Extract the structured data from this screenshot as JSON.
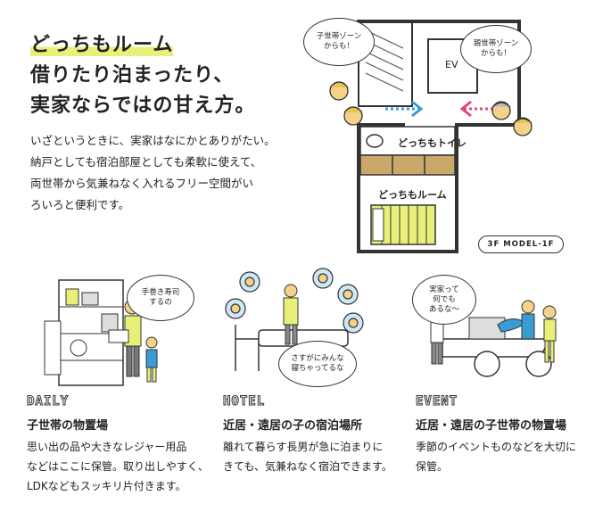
{
  "hero": {
    "title_lines": [
      "どっちもルーム",
      "借りたり泊まったり、",
      "実家ならではの甘え方。"
    ],
    "body_lines": [
      "いざというときに、実家はなにかとありがたい。",
      "納戸としても宿泊部屋としても柔軟に使えて、",
      "両世帯から気兼ねなく入れるフリー空間がい",
      "ろいろと便利です。"
    ]
  },
  "floorplan": {
    "bubble_left": "子世帯ゾーン\nからも！",
    "bubble_right": "親世帯ゾーン\nからも！",
    "ev_label": "EV",
    "toilet_label": "どっちもトイレ",
    "room_label": "どっちもルーム",
    "model_badge": "3F MODEL-1F",
    "colors": {
      "arrow_left": "#3a9bd5",
      "arrow_right": "#e8457a",
      "accent": "#e9f07a"
    }
  },
  "cards": [
    {
      "category": "DAILY",
      "subtitle": "子世帯の物置場",
      "bubble": "手巻き寿司\nするの",
      "desc_lines": [
        "思い出の品や大きなレジャー用品",
        "などはここに保管。取り出しやすく、",
        "LDKなどもスッキリ片付きます。"
      ]
    },
    {
      "category": "HOTEL",
      "subtitle": "近居・遠居の子の宿泊場所",
      "bubble": "さすがにみんな\n寝ちゃってるな",
      "desc_lines": [
        "離れて暮らす長男が急に泊まりに",
        "きても、気兼ねなく宿泊できます。"
      ]
    },
    {
      "category": "EVENT",
      "subtitle": "近居・遠居の子世帯の物置場",
      "bubble": "実家って\n何でも\nあるな〜",
      "desc_lines": [
        "季節のイベントものなどを大切に",
        "保管。"
      ]
    }
  ]
}
